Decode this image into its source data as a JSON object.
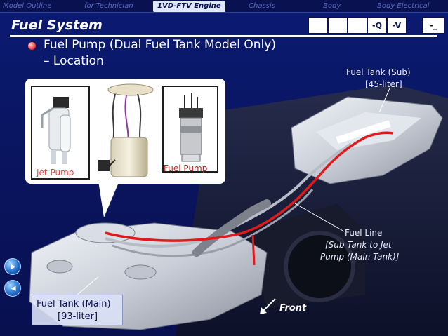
{
  "nav": {
    "tabs": [
      {
        "label": "Model Outline",
        "active": false
      },
      {
        "label": "for Technician",
        "active": false
      },
      {
        "label": "1VD-FTV Engine",
        "active": true
      },
      {
        "label": "Chassis",
        "active": false
      },
      {
        "label": "Body",
        "active": false
      },
      {
        "label": "Body Electrical",
        "active": false
      }
    ]
  },
  "header": {
    "title": "Fuel System",
    "buttons": [
      "-Q",
      "-V",
      "-_"
    ]
  },
  "content": {
    "heading": "Fuel Pump (Dual Fuel Tank Model Only)",
    "subheading": "– Location",
    "callout": {
      "jet_pump_label": "Jet Pump",
      "fuel_pump_label": "Fuel Pump"
    },
    "labels": {
      "sub_tank_1": "Fuel Tank (Sub)",
      "sub_tank_2": "[45-liter]",
      "fuel_line_1": "Fuel Line",
      "fuel_line_2": "[Sub Tank to Jet",
      "fuel_line_3": "Pump (Main Tank)]",
      "main_tank_1": "Fuel Tank (Main)",
      "main_tank_2": "[93-liter]",
      "front": "Front"
    }
  },
  "colors": {
    "background": "#0a1560",
    "fuel_line": "#e01a1a",
    "label_red": "#ff3a3a"
  },
  "icons": {
    "bullet": "red-sphere-bullet",
    "forward": "play-forward-icon",
    "back": "play-back-icon"
  }
}
